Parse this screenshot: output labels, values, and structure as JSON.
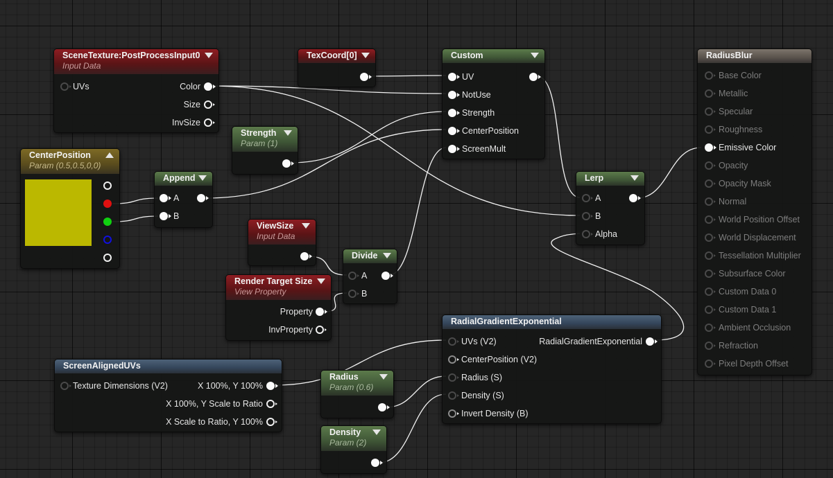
{
  "nodes": {
    "scene_texture": {
      "title": "SceneTexture:PostProcessInput0",
      "subtitle": "Input Data",
      "uvs": "UVs",
      "color": "Color",
      "size": "Size",
      "inv_size": "InvSize"
    },
    "texcoord": {
      "title": "TexCoord[0]"
    },
    "custom": {
      "title": "Custom",
      "uv": "UV",
      "not_use": "NotUse",
      "strength": "Strength",
      "center_position": "CenterPosition",
      "screen_mult": "ScreenMult"
    },
    "radius_blur": {
      "title": "RadiusBlur",
      "inputs": [
        "Base Color",
        "Metallic",
        "Specular",
        "Roughness",
        "Emissive Color",
        "Opacity",
        "Opacity Mask",
        "Normal",
        "World Position Offset",
        "World Displacement",
        "Tessellation Multiplier",
        "Subsurface Color",
        "Custom Data 0",
        "Custom Data 1",
        "Ambient Occlusion",
        "Refraction",
        "Pixel Depth Offset"
      ],
      "active_input": "Emissive Color"
    },
    "strength": {
      "title": "Strength",
      "subtitle": "Param (1)"
    },
    "center_position": {
      "title": "CenterPosition",
      "subtitle": "Param (0.5,0.5,0,0)",
      "swatch_color": "#bbb800"
    },
    "append": {
      "title": "Append",
      "a": "A",
      "b": "B"
    },
    "view_size": {
      "title": "ViewSize",
      "subtitle": "Input Data"
    },
    "divide": {
      "title": "Divide",
      "a": "A",
      "b": "B"
    },
    "render_target_size": {
      "title": "Render Target Size",
      "subtitle": "View Property",
      "property": "Property",
      "inv_property": "InvProperty"
    },
    "lerp": {
      "title": "Lerp",
      "a": "A",
      "b": "B",
      "alpha": "Alpha"
    },
    "radial_gradient": {
      "title": "RadialGradientExponential",
      "uvs": "UVs (V2)",
      "center_position": "CenterPosition (V2)",
      "radius": "Radius (S)",
      "density": "Density (S)",
      "invert_density": "Invert Density (B)",
      "output": "RadialGradientExponential"
    },
    "screen_aligned_uvs": {
      "title": "ScreenAlignedUVs",
      "texture_dimensions": "Texture Dimensions (V2)",
      "out1": "X 100%, Y 100%",
      "out2": "X 100%, Y Scale to Ratio",
      "out3": "X Scale to Ratio, Y 100%"
    },
    "radius": {
      "title": "Radius",
      "subtitle": "Param (0.6)"
    },
    "density": {
      "title": "Density",
      "subtitle": "Param (2)"
    }
  },
  "colors": {
    "header_red": "#8e1d22",
    "header_green": "#5c7a4b",
    "header_olive": "#7d6a25",
    "header_blue": "#4d6278",
    "header_grey": "#7c746b",
    "wire": "#f2f2f2",
    "pin_red": "#e01010",
    "pin_green": "#10d010",
    "pin_blue": "#1010e0"
  },
  "icons": {
    "dropdown": "chevron-down-icon",
    "collapse": "chevron-up-icon",
    "pin": "pin-icon"
  }
}
